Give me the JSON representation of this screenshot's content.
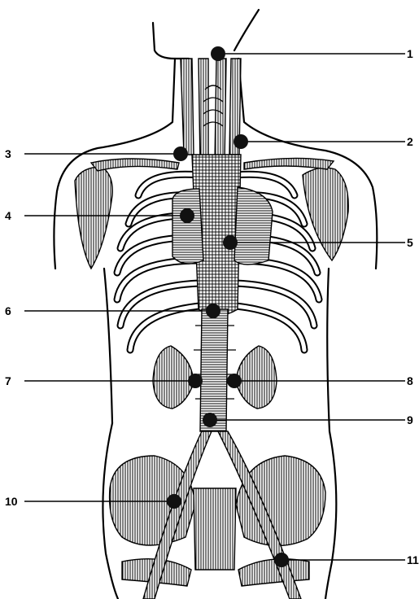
{
  "diagram": {
    "markers": [
      {
        "label": "1"
      },
      {
        "label": "2"
      },
      {
        "label": "3"
      },
      {
        "label": "4"
      },
      {
        "label": "5"
      },
      {
        "label": "6"
      },
      {
        "label": "7"
      },
      {
        "label": "8"
      },
      {
        "label": "9"
      },
      {
        "label": "10"
      },
      {
        "label": "11"
      }
    ],
    "colors": {
      "ink": "#000000",
      "paper": "#ffffff"
    }
  }
}
